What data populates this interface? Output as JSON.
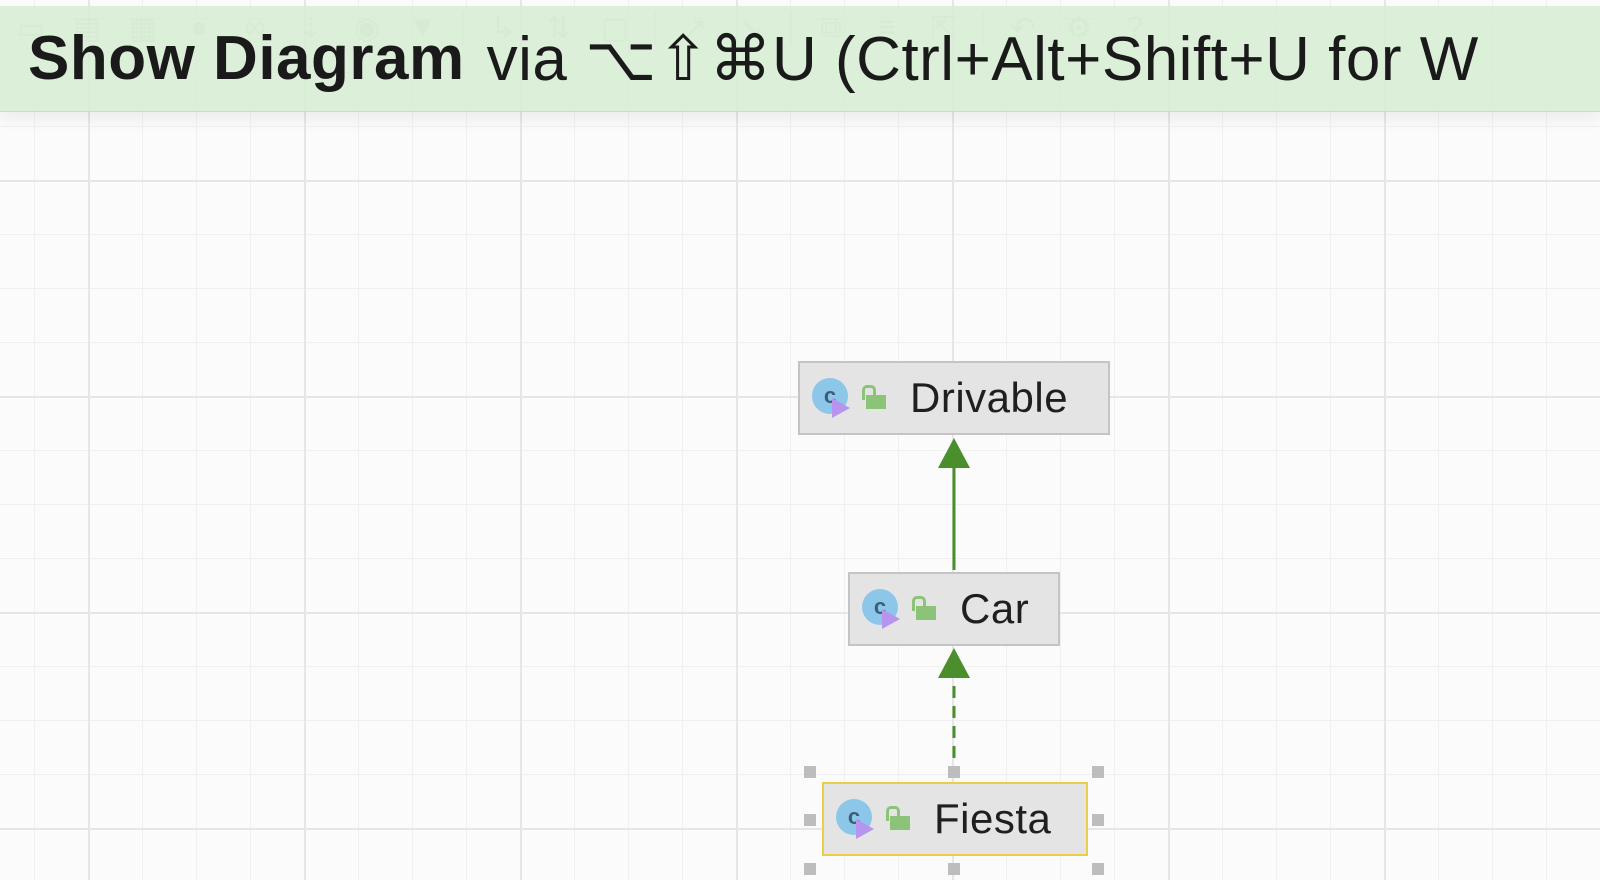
{
  "toolbar": {
    "icons": [
      "project-icon",
      "structure-icon",
      "image-icon",
      "info-icon",
      "link-icon",
      "sort-icon",
      "eye-icon",
      "filter-icon",
      "edge-icon",
      "one-to-one-icon",
      "frame-icon",
      "share-icon",
      "arrow-icon",
      "copy-icon",
      "list-icon",
      "export-icon",
      "undo-icon",
      "settings-icon",
      "help-icon"
    ]
  },
  "banner": {
    "title_bold": "Show Diagram",
    "title_rest": "via ⌥⇧⌘U (Ctrl+Alt+Shift+U for W"
  },
  "diagram": {
    "nodes": [
      {
        "id": "drivable",
        "label": "Drivable",
        "kind": "interface",
        "selected": false
      },
      {
        "id": "car",
        "label": "Car",
        "kind": "class",
        "selected": false
      },
      {
        "id": "fiesta",
        "label": "Fiesta",
        "kind": "class",
        "selected": true
      }
    ],
    "edges": [
      {
        "from": "car",
        "to": "drivable",
        "style": "solid"
      },
      {
        "from": "fiesta",
        "to": "car",
        "style": "dashed"
      }
    ]
  },
  "colors": {
    "edge": "#4a8f2c",
    "banner_bg": "#d6ecd3",
    "selection": "#e7cf4a"
  }
}
